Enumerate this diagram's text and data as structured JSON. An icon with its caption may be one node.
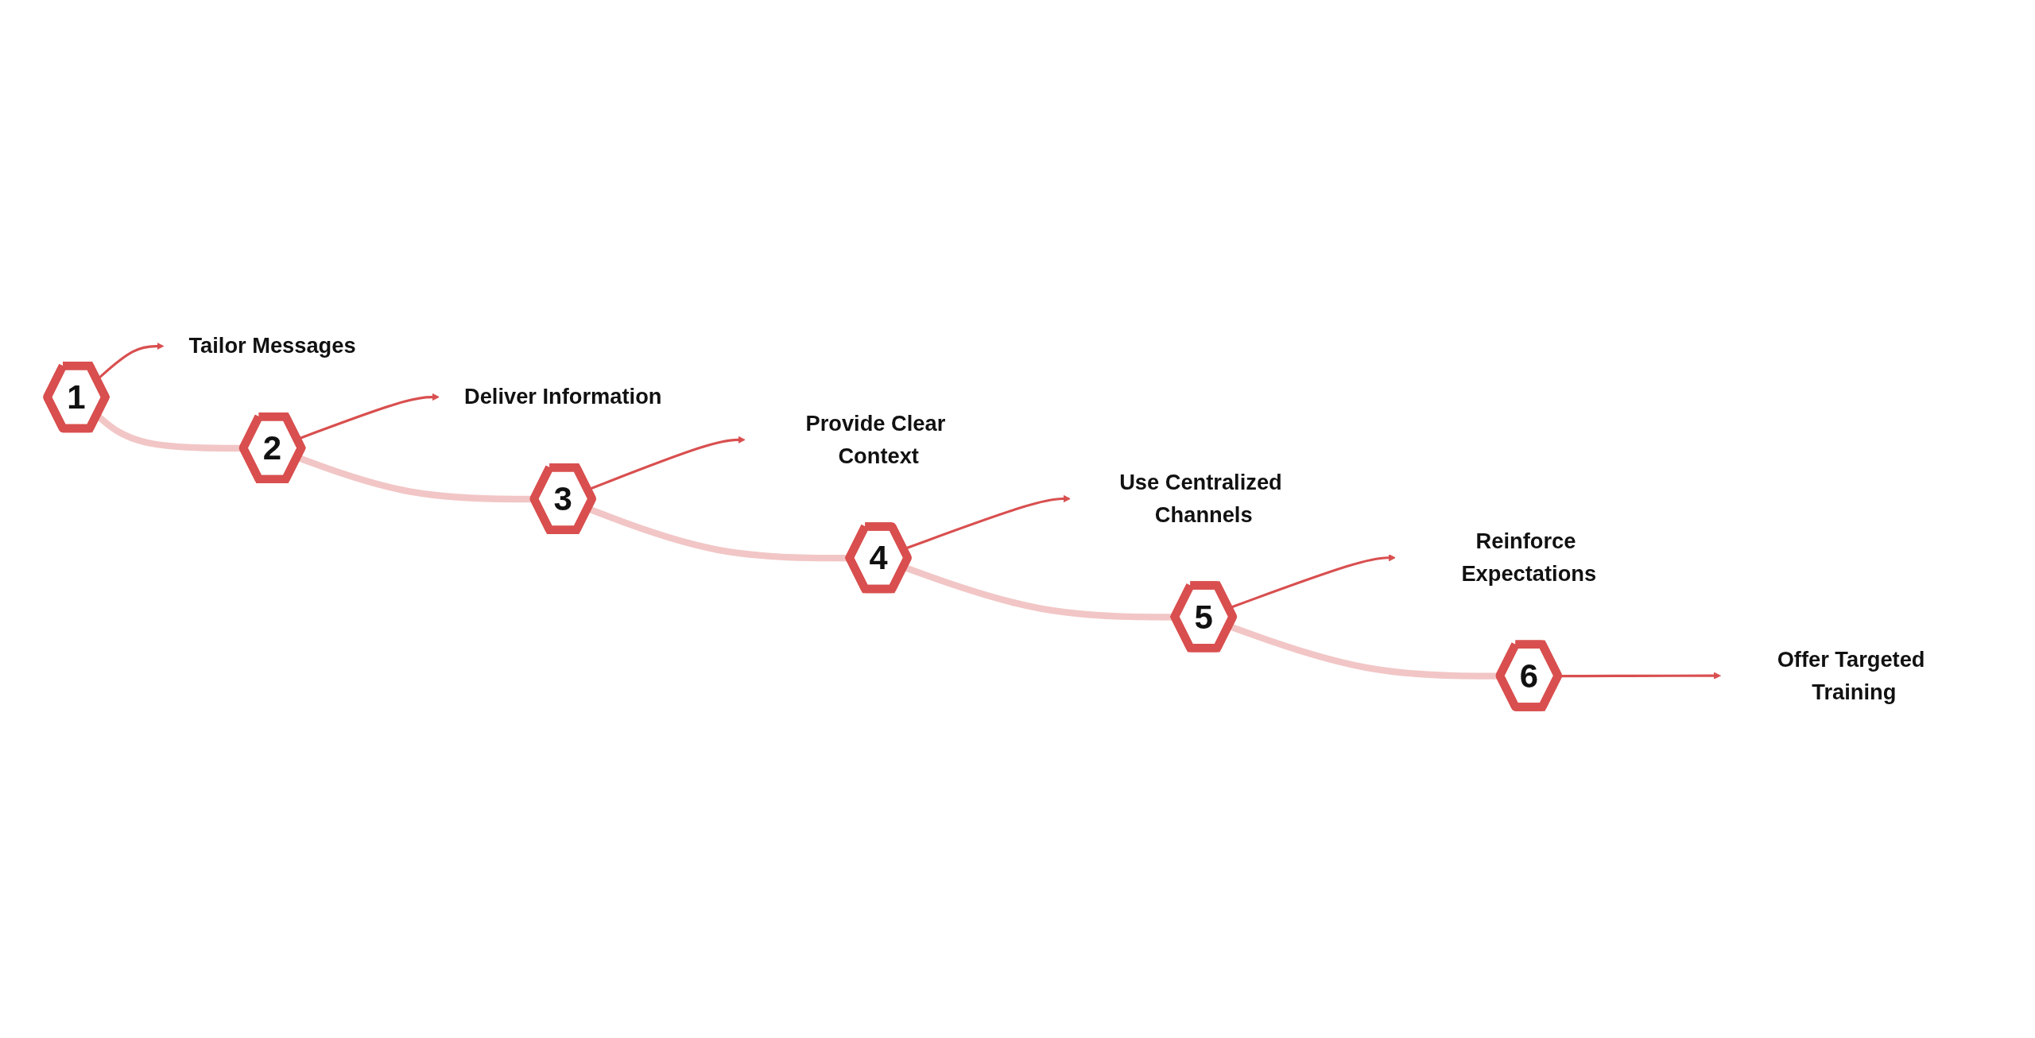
{
  "diagram": {
    "nodes": [
      {
        "text": [
          "1"
        ]
      },
      {
        "text": [
          "Tailor Messages"
        ]
      },
      {
        "text": [
          "2"
        ]
      },
      {
        "text": [
          "Deliver Information"
        ]
      },
      {
        "text": [
          "3"
        ]
      },
      {
        "text": [
          "Provide Clear Context"
        ]
      },
      {
        "text": [
          "4"
        ]
      },
      {
        "text": [
          "Use Centralized Channels"
        ]
      },
      {
        "text": [
          "5"
        ]
      },
      {
        "text": [
          "Reinforce Expectations"
        ]
      },
      {
        "text": [
          "6"
        ]
      },
      {
        "text": [
          "Offer Targeted Training"
        ]
      }
    ],
    "edges": [
      {
        "from": 0,
        "to": 1,
        "arrow": "to"
      },
      {
        "from": 2,
        "to": 3,
        "arrow": "to"
      },
      {
        "from": 4,
        "to": 5,
        "arrow": "to"
      },
      {
        "from": 6,
        "to": 7,
        "arrow": "to"
      },
      {
        "from": 8,
        "to": 9,
        "arrow": "to"
      },
      {
        "from": 10,
        "to": 11,
        "arrow": "to"
      },
      {
        "from": 0,
        "to": 2,
        "arrow": "none",
        "style": "thick",
        "color": "#f2c6c6"
      },
      {
        "from": 2,
        "to": 4,
        "arrow": "none",
        "style": "thick",
        "color": "#f2c6c6"
      },
      {
        "from": 4,
        "to": 6,
        "arrow": "none",
        "style": "thick",
        "color": "#f2c6c6"
      },
      {
        "from": 6,
        "to": 8,
        "arrow": "none",
        "style": "thick",
        "color": "#f2c6c6"
      },
      {
        "from": 8,
        "to": 10,
        "arrow": "none",
        "style": "thick",
        "color": "#f2c6c6"
      }
    ]
  }
}
